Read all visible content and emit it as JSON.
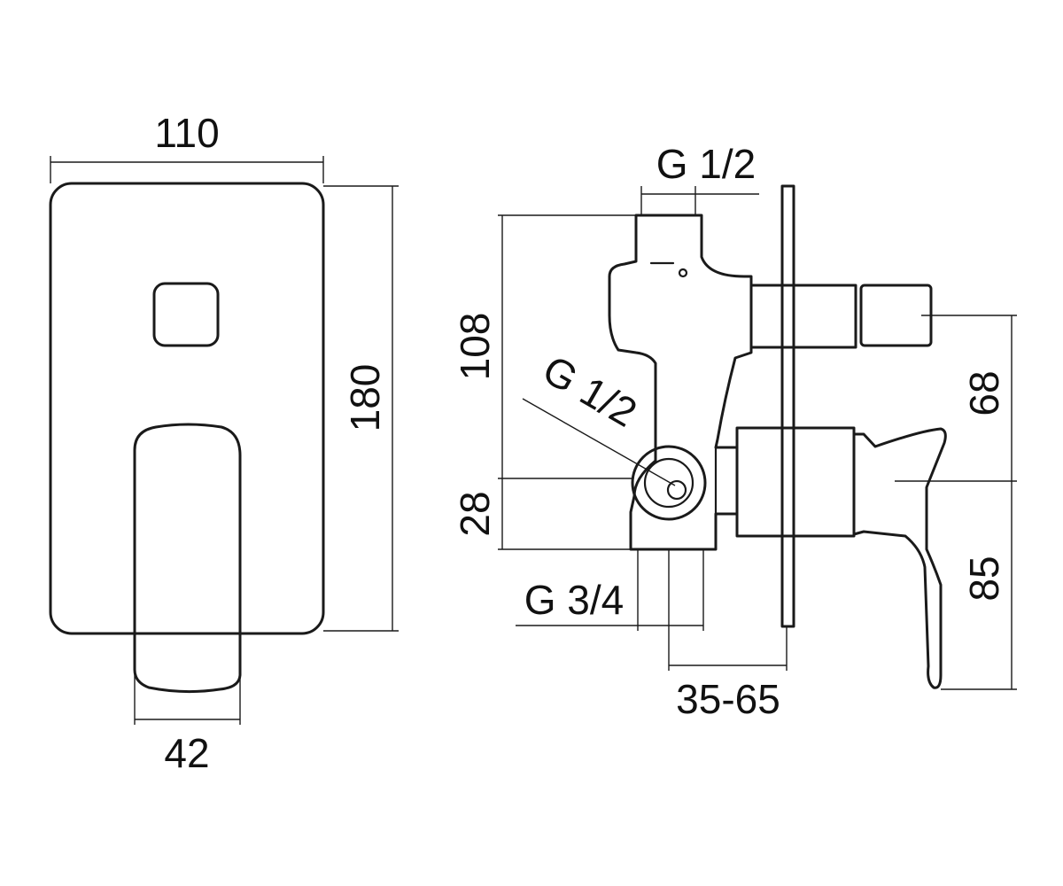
{
  "drawing": {
    "front_view": {
      "width_label": "110",
      "height_label": "180",
      "lever_width_label": "42"
    },
    "side_view": {
      "top_thread_label": "G 1/2",
      "height_upper_label": "108",
      "height_lower_label": "28",
      "side_thread_label": "G 1/2",
      "bottom_thread_label": "G 3/4",
      "depth_label": "35-65",
      "right_upper_label": "68",
      "right_lower_label": "85"
    }
  }
}
